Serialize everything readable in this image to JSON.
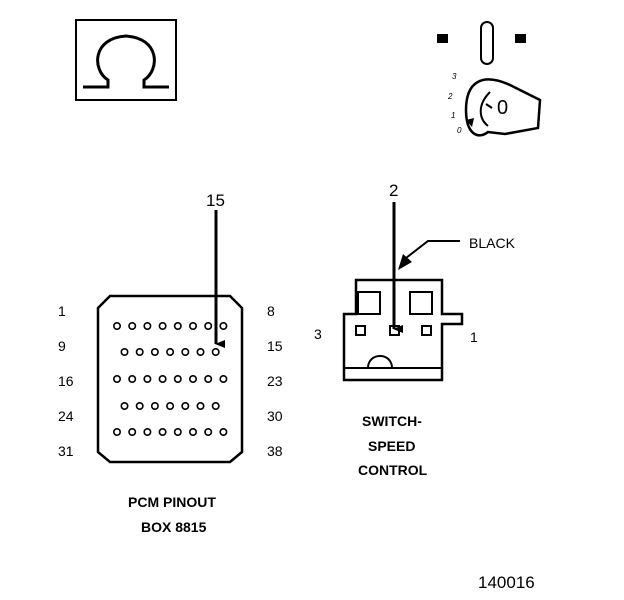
{
  "symbols": {
    "ohm_symbol": "Ω",
    "ignition": {
      "key_label": "0",
      "positions": [
        "3",
        "2",
        "1",
        "0"
      ]
    }
  },
  "pcm": {
    "pin_callout": "15",
    "row_labels_left": [
      "1",
      "9",
      "16",
      "24",
      "31"
    ],
    "row_labels_right": [
      "8",
      "15",
      "23",
      "30",
      "38"
    ],
    "row_pin_counts": [
      8,
      7,
      8,
      7,
      8
    ],
    "probed_pin": 15,
    "caption_line1": "PCM PINOUT",
    "caption_line2": "BOX 8815"
  },
  "switch": {
    "pin_callout": "2",
    "wire_color_label": "BLACK",
    "pin_left": "3",
    "pin_right": "1",
    "caption_line1": "SWITCH-",
    "caption_line2": "SPEED",
    "caption_line3": "CONTROL"
  },
  "figure_number": "140016"
}
